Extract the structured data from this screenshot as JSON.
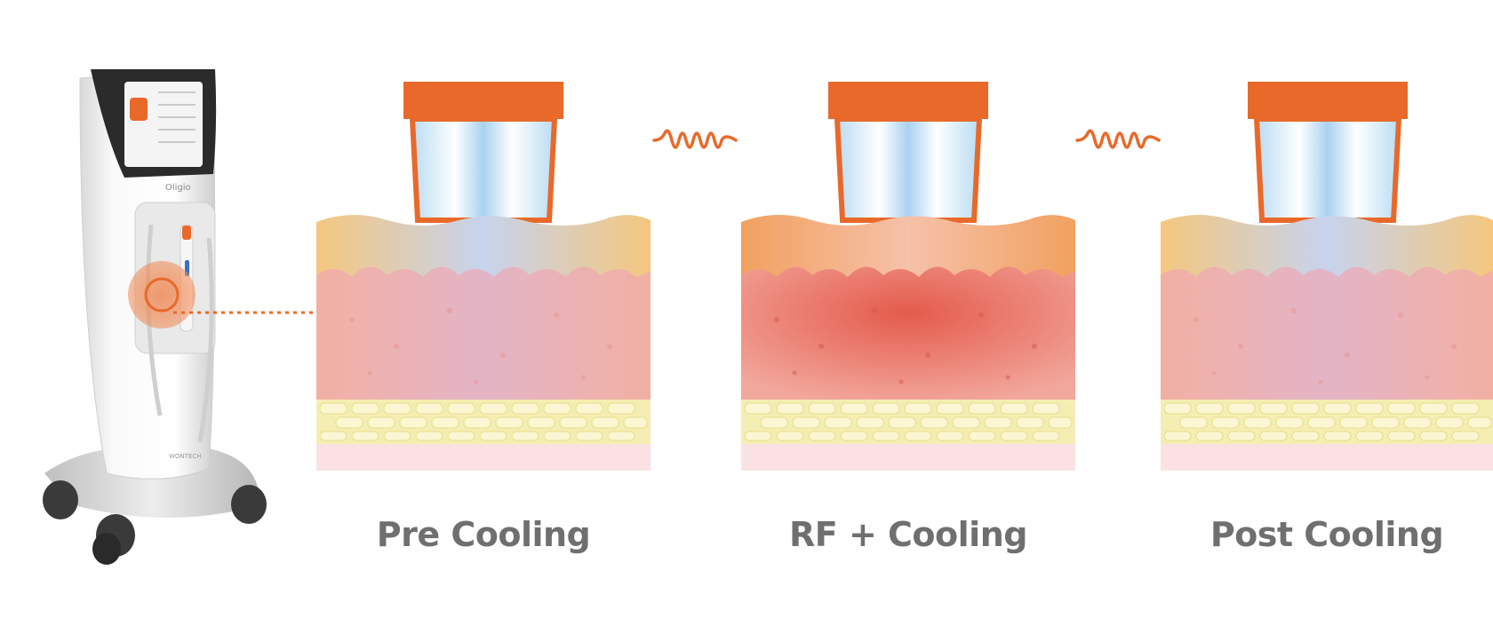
{
  "stages": [
    {
      "label": "Pre Cooling"
    },
    {
      "label": "RF + Cooling"
    },
    {
      "label": "Post Cooling"
    }
  ],
  "device": {
    "brand": "Oligio",
    "maker": "WONTECH"
  },
  "colors": {
    "accent": "#E8692A",
    "label": "#6F6F6F",
    "fat": "#F2E9A6",
    "dermis": "#F1B1A6",
    "epidermis": "#F6D29A"
  }
}
